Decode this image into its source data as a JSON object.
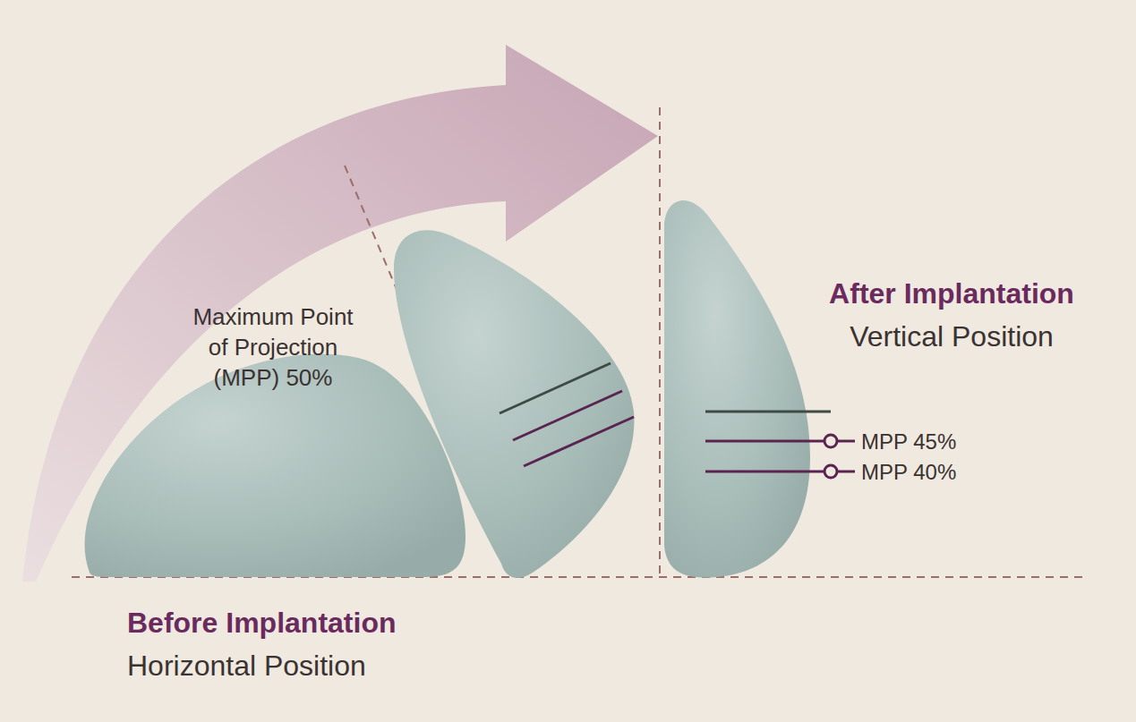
{
  "diagram": {
    "labels": [
      "Maximum Point of Projection (MPP) 50%",
      "After Implantation",
      "Vertical Position",
      "MPP 45%",
      "MPP 40%",
      "Before Implantation",
      "Horizontal Position"
    ]
  }
}
